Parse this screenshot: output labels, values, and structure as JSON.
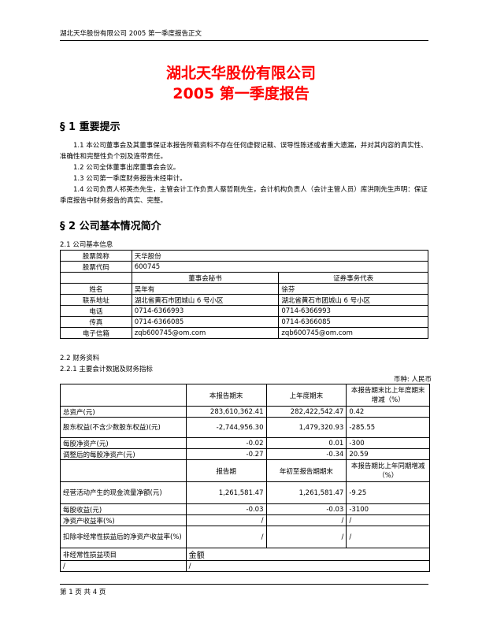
{
  "header": {
    "text": "湖北天华股份有限公司 2005 第一季度报告正文"
  },
  "title": {
    "line1": "湖北天华股份有限公司",
    "line2": "2005 第一季度报告"
  },
  "section1": {
    "heading": "§ 1  重要提示",
    "p1": "1.1 本公司董事会及其董事保证本报告所载资料不存在任何虚假记载、误导性陈述或者重大遗漏，并对其内容的真实性、准确性和完整性负个别及连带责任。",
    "p2": "1.2 公司全体董事出席董事会会议。",
    "p3": "1.3 公司第一季度财务报告未经审计。",
    "p4": "1.4 公司负责人祁英杰先生，主管会计工作负责人蔡哲刚先生，会计机构负责人（会计主管人员）库洪刚先生声明：保证季度报告中财务报告的真实、完整。"
  },
  "section2": {
    "heading": "§ 2  公司基本情况简介",
    "sub21": "2.1 公司基本信息",
    "basic": {
      "stock_abbr_label": "股票简称",
      "stock_abbr": "天华股份",
      "stock_code_label": "股票代码",
      "stock_code": "600745",
      "col_secretary": "董事会秘书",
      "col_rep": "证券事务代表",
      "name_label": "姓名",
      "sec_name": "吴年有",
      "rep_name": "徐芬",
      "addr_label": "联系地址",
      "sec_addr": "湖北省黄石市团城山 6 号小区",
      "rep_addr": "湖北省黄石市团城山 6 号小区",
      "tel_label": "电话",
      "sec_tel": "0714-6366993",
      "rep_tel": "0714-6366993",
      "fax_label": "传真",
      "sec_fax": "0714-6366085",
      "rep_fax": "0714-6366085",
      "email_label": "电子信箱",
      "sec_email": "zqb600745@om.com",
      "rep_email": "zqb600745@om.com"
    },
    "sub22": "2.2 财务资料",
    "sub221": "2.2.1 主要会计数据及财务指标",
    "currency": "币种: 人民币",
    "fin": {
      "h1_blank": "",
      "h1_a": "本报告期末",
      "h1_b": "上年度期末",
      "h1_c": "本报告期末比上年度期末增减（%）",
      "rows1": [
        {
          "label": "总资产(元)",
          "a": "283,610,362.41",
          "b": "282,422,542.47",
          "c": "0.42"
        },
        {
          "label": "股东权益(不含少数股东权益)(元)",
          "a": "-2,744,956.30",
          "b": "1,479,320.93",
          "c": "-285.55"
        },
        {
          "label": "每股净资产(元)",
          "a": "-0.02",
          "b": "0.01",
          "c": "-300"
        },
        {
          "label": "调整后的每股净资产(元)",
          "a": "-0.27",
          "b": "-0.34",
          "c": "20.59"
        }
      ],
      "h2_a": "报告期",
      "h2_b": "年初至报告期期末",
      "h2_c": "本报告期比上年同期增减（%）",
      "rows2": [
        {
          "label": "经营活动产生的现金流量净额(元)",
          "a": "1,261,581.47",
          "b": "1,261,581.47",
          "c": "-9.25"
        },
        {
          "label": "每股收益(元)",
          "a": "-0.03",
          "b": "-0.03",
          "c": "-3100"
        },
        {
          "label": "净资产收益率(%)",
          "a": "/",
          "b": "/",
          "c": "/"
        },
        {
          "label": "扣除非经常性损益后的净资产收益率(%)",
          "a": "/",
          "b": "/",
          "c": "/"
        }
      ],
      "nr_label": "非经常性损益项目",
      "nr_amount": "金额",
      "nr_row_item": "/",
      "nr_row_amount": "/"
    }
  },
  "footer": {
    "text": "第 1 页 共 4 页"
  }
}
